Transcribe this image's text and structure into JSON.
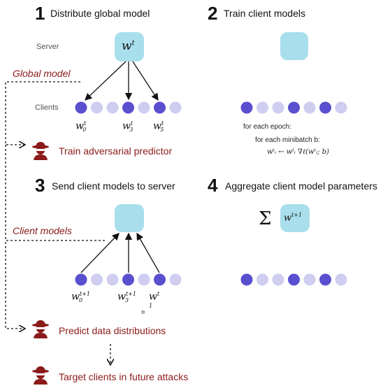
{
  "steps": [
    {
      "num": "1",
      "title": "Distribute global model"
    },
    {
      "num": "2",
      "title": "Train client models"
    },
    {
      "num": "3",
      "title": "Send client models to server"
    },
    {
      "num": "4",
      "title": "Aggregate client model parameters"
    }
  ],
  "labels": {
    "server": "Server",
    "clients": "Clients",
    "global_model": "Global model",
    "client_models": "Client models"
  },
  "math": {
    "server_weight_base": "w",
    "server_weight_sup": "t",
    "w0": {
      "base": "w",
      "sup": "t",
      "sub": "0"
    },
    "w3": {
      "base": "w",
      "sup": "t",
      "sub": "3"
    },
    "wn": {
      "base": "w",
      "sup": "t",
      "sub": "5"
    },
    "w0_next": {
      "base": "w",
      "sup": "t+1",
      "sub": "0"
    },
    "w3_next": {
      "base": "w",
      "sup": "t+1",
      "sub": "3"
    },
    "wn_next": {
      "base": "w",
      "sup": "t 1",
      "sub": "n"
    },
    "sum_symbol": "Σ",
    "agg_weight": {
      "base": "w",
      "sup": "t+1"
    }
  },
  "training": {
    "line1": "for each epoch:",
    "line2": "for each minibatch b:",
    "line3": "wᵗᵢ ← wᵗᵢ   ∇ℓ(wᵗᵢ; b)"
  },
  "adversary": [
    "Train adversarial predictor",
    "Predict data distributions",
    "Target clients in future attacks"
  ],
  "colors": {
    "server_box": "#a9dfec",
    "client_selected": "#5a4fcf",
    "client_unselected": "#cfcdf0",
    "adversary_red": "#8b1a1a"
  },
  "icons": [
    "spy-icon"
  ]
}
